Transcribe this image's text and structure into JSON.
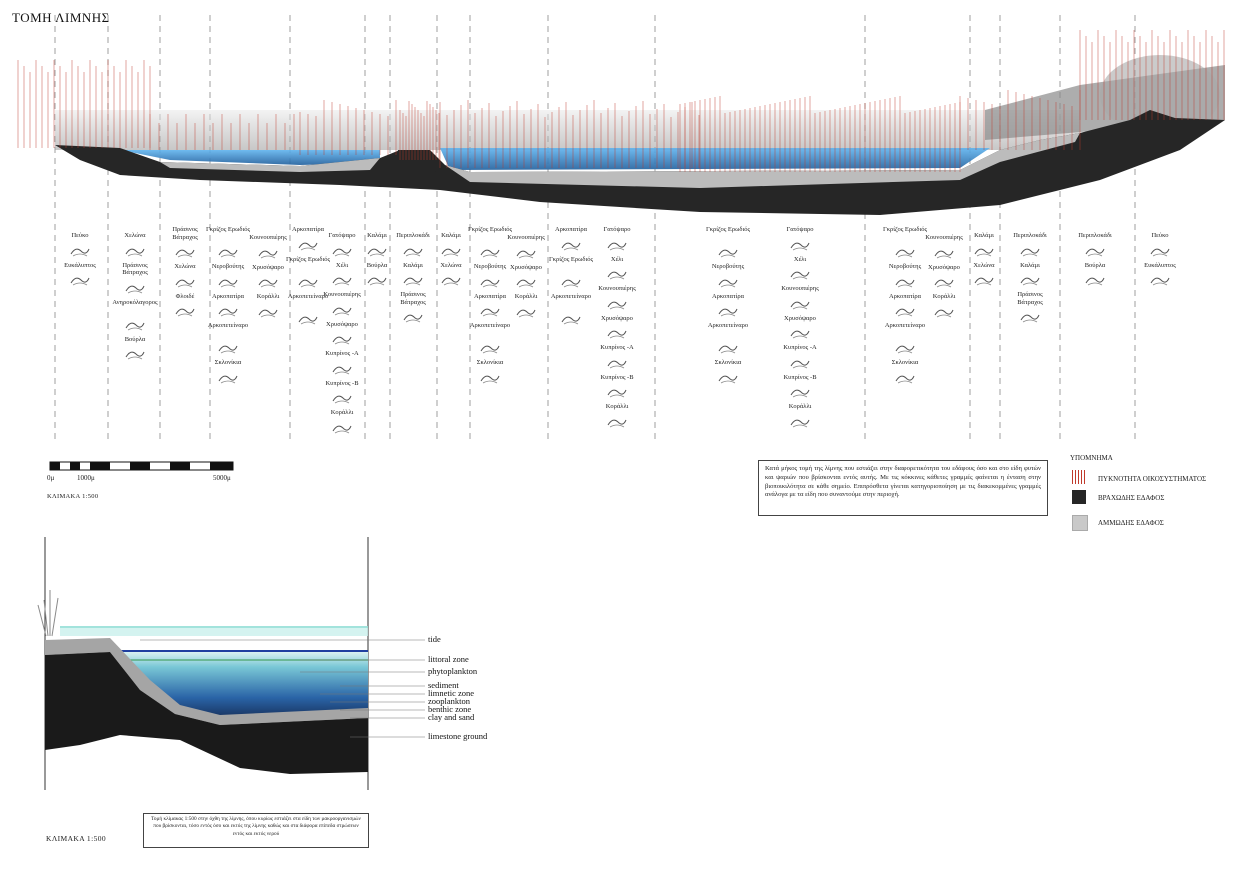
{
  "title": "ΤΟΜΗ ΛΙΜΝΗΣ",
  "colors": {
    "rock": "#2b2b2b",
    "sand": "#c9c9c9",
    "water": "#3a8fd6",
    "density": "#c0392b",
    "shallow": "#8fd6c8"
  },
  "columns": [
    {
      "items": [
        "Πεύκο",
        "Ευκάλυπτος"
      ]
    },
    {
      "items": [
        "Χελώνα",
        "Πράσινος Βάτραχος",
        "Ανηροκόλαγορος",
        "Βούρλα"
      ]
    },
    {
      "items": [
        "Πράσινος Βάτραχος",
        "Χελώνα",
        "Φλοιδέ"
      ]
    },
    {
      "items": [
        "Γκρίζος Ερωδιός",
        "Νεροβούτης",
        "Αρκοπατίρα",
        "Αρκοπετείναρο",
        "Σκλονίκια"
      ]
    },
    {
      "items": [
        "Κουνουπιέρης",
        "Χρυσόψαρο",
        "Κοράλλι"
      ]
    },
    {
      "items": [
        "Αρκοπατίρα",
        "Γκρίζος Ερωδιός",
        "Αρκοπετείναρο"
      ]
    },
    {
      "items": [
        "Γατόψαρο",
        "Χέλι",
        "Κουνουπιέρης",
        "Χρυσόψαρο",
        "Κυπρίνος -A",
        "Κυπρίνος -B",
        "Κοράλλι"
      ]
    },
    {
      "items": [
        "Καλάμι",
        "Βούρλα"
      ]
    },
    {
      "items": [
        "Περιπλοκάδι",
        "Καλάμι",
        "Πράσινος Βάτραχος"
      ]
    },
    {
      "items": [
        "Καλάμι",
        "Χελώνα"
      ]
    },
    {
      "items": [
        "Γκρίζος Ερωδιός",
        "Νεροβούτης",
        "Αρκοπατίρα",
        "Αρκοπετείναρο",
        "Σκλονίκια"
      ]
    },
    {
      "items": [
        "Κουνουπιέρης",
        "Χρυσόψαρο",
        "Κοράλλι"
      ]
    },
    {
      "items": [
        "Αρκοπατίρα",
        "Γκρίζος Ερωδιός",
        "Αρκοπετείναρο"
      ]
    },
    {
      "items": [
        "Γατόψαρο",
        "Χέλι",
        "Κουνουπιέρης",
        "Χρυσόψαρο",
        "Κυπρίνος -A",
        "Κυπρίνος -B",
        "Κοράλλι"
      ]
    },
    {
      "items": [
        "Γκρίζος Ερωδιός",
        "Νεροβούτης",
        "Αρκοπατίρα",
        "Αρκοπετείναρο",
        "Σκλονίκια"
      ]
    },
    {
      "items": [
        "Γατόψαρο",
        "Χέλι",
        "Κουνουπιέρης",
        "Χρυσόψαρο",
        "Κυπρίνος -A",
        "Κυπρίνος -B",
        "Κοράλλι"
      ]
    },
    {
      "items": [
        "Γκρίζος Ερωδιός",
        "Νεροβούτης",
        "Αρκοπατίρα",
        "Αρκοπετείναρο",
        "Σκλονίκια"
      ]
    },
    {
      "items": [
        "Κουνουπιέρης",
        "Χρυσόψαρο",
        "Κοράλλι"
      ]
    },
    {
      "items": [
        "Καλάμι",
        "Χελώνα"
      ]
    },
    {
      "items": [
        "Περιπλοκάδι",
        "Καλάμι",
        "Πράσινος Βάτραχος"
      ]
    },
    {
      "items": [
        "Περιπλοκάδι",
        "Βούρλα"
      ]
    },
    {
      "items": [
        "Πεύκο",
        "Ευκάλυπτος"
      ]
    }
  ],
  "scale_bar": {
    "start": "0μ",
    "mid": "1000μ",
    "end": "5000μ",
    "label": "ΚΛΙΜΑΚΑ 1:500"
  },
  "description": "Κατά μήκος τομή της λίμνης που εστιάζει στην διαφορετικότητα του εδάφους όσο και στο είδη φυτών και ψαριών που βρίσκονται εντός αυτής. Με τις κόκκινες κάθετες γραμμές φαίνεται η ένταση στην βιοποικιλότητα σε κάθε σημείο. Επιπρόσθετα γίνεται κατηγοριοποίηση με τις διακεκομμένες γραμμές ανάλογα με τα είδη που συναντούμε στην περιοχή.",
  "legend": {
    "title": "ΥΠΟΜΝΗΜΑ",
    "items": [
      {
        "label": "ΠΥΚΝΟΤΗΤΑ ΟΙΚΟΣΥΣΤΗΜΑΤΟΣ"
      },
      {
        "label": "ΒΡΑΧΩΔΗΣ ΕΔΑΦΟΣ"
      },
      {
        "label": "ΑΜΜΩΔΗΣ ΕΔΑΦΟΣ"
      }
    ]
  },
  "zones": [
    "tide",
    "littoral zone",
    "phytoplankton",
    "sediment",
    "limnetic zone",
    "zooplankton",
    "benthic zone",
    "clay and sand",
    "limestone ground"
  ],
  "section2": {
    "scale_label": "ΚΛΙΜΑΚΑ 1:500",
    "description": "Τομή κλίμακας 1:500 στην όχθη της λίμνης, όπου κυρίως εστιάζει στα είδη των μακροοργανισμών που βρίσκονται, τόσο εντός όσο και εκτός της λίμνης καθώς και στα διάφορα επίπεδα στρώσεων εντός και εκτός νερού"
  }
}
